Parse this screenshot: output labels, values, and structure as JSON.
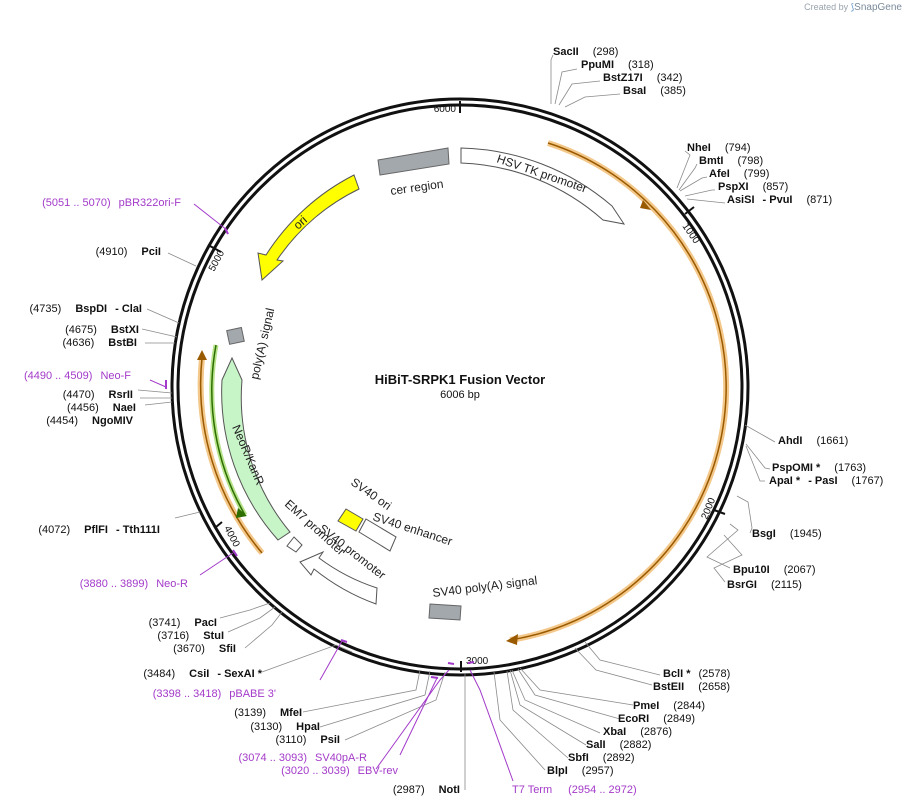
{
  "credit": {
    "prefix": "Created by",
    "brand": "SnapGene"
  },
  "plasmid": {
    "name": "HiBiT-SRPK1 Fusion Vector",
    "length_label": "6006 bp",
    "length": 6006
  },
  "ticks": [
    {
      "bp": 1000,
      "label": "1000"
    },
    {
      "bp": 2000,
      "label": "2000"
    },
    {
      "bp": 3000,
      "label": "3000"
    },
    {
      "bp": 4000,
      "label": "4000"
    },
    {
      "bp": 5000,
      "label": "5000"
    },
    {
      "bp": 6000,
      "label": "6000"
    }
  ],
  "features": [
    {
      "id": "hsv-tk-promoter",
      "label": "HSV TK promoter",
      "type": "promoter",
      "color": "#ffffff"
    },
    {
      "id": "cer-region",
      "label": "cer region",
      "type": "misc",
      "color": "#a3a8ad"
    },
    {
      "id": "ori",
      "label": "ori",
      "type": "rep_origin",
      "color": "#ffff00"
    },
    {
      "id": "polya-signal-1",
      "label": "poly(A) signal",
      "type": "polyA",
      "color": "#a3a8ad"
    },
    {
      "id": "neor-kanr",
      "label": "NeoR/KanR",
      "type": "CDS",
      "color": "#c8f5c8"
    },
    {
      "id": "em7-promoter",
      "label": "EM7 promoter",
      "type": "promoter",
      "color": "#ffffff"
    },
    {
      "id": "sv40-promoter",
      "label": "SV40 promoter",
      "type": "promoter",
      "color": "#ffffff"
    },
    {
      "id": "sv40-ori",
      "label": "SV40 ori",
      "type": "rep_origin",
      "color": "#ffff00"
    },
    {
      "id": "sv40-enhancer",
      "label": "SV40 enhancer",
      "type": "enhancer",
      "color": "#ffffff"
    },
    {
      "id": "sv40-polya-signal",
      "label": "SV40 poly(A) signal",
      "type": "polyA",
      "color": "#a3a8ad"
    }
  ],
  "orfs": {
    "color": "#f0a020"
  },
  "enzymes_right": [
    {
      "name": "SacII",
      "pos": "(298)"
    },
    {
      "name": "PpuMI",
      "pos": "(318)"
    },
    {
      "name": "BstZ17I",
      "pos": "(342)"
    },
    {
      "name": "BsaI",
      "pos": "(385)"
    },
    {
      "name": "NheI",
      "pos": "(794)"
    },
    {
      "name": "BmtI",
      "pos": "(798)"
    },
    {
      "name": "AfeI",
      "pos": "(799)"
    },
    {
      "name": "PspXI",
      "pos": "(857)"
    },
    {
      "name": "AsiSI",
      "extra": "- PvuI",
      "pos": "(871)"
    },
    {
      "name": "AhdI",
      "pos": "(1661)"
    },
    {
      "name": "PspOMI *",
      "pos": "(1763)"
    },
    {
      "name": "ApaI *",
      "extra": "- PasI",
      "pos": "(1767)"
    },
    {
      "name": "BsgI",
      "pos": "(1945)"
    },
    {
      "name": "Bpu10I",
      "pos": "(2067)"
    },
    {
      "name": "BsrGI",
      "pos": "(2115)"
    },
    {
      "name": "BclI *",
      "pos": "(2578)"
    },
    {
      "name": "BstEII",
      "pos": "(2658)"
    },
    {
      "name": "PmeI",
      "pos": "(2844)"
    },
    {
      "name": "EcoRI",
      "pos": "(2849)"
    },
    {
      "name": "XbaI",
      "pos": "(2876)"
    },
    {
      "name": "SalI",
      "pos": "(2882)"
    },
    {
      "name": "SbfI",
      "pos": "(2892)"
    },
    {
      "name": "BlpI",
      "pos": "(2957)"
    }
  ],
  "enzymes_left": [
    {
      "name": "NotI",
      "pos": "(2987)"
    },
    {
      "name": "PsiI",
      "pos": "(3110)"
    },
    {
      "name": "HpaI",
      "pos": "(3130)"
    },
    {
      "name": "MfeI",
      "pos": "(3139)"
    },
    {
      "name": "CsiI",
      "extra": "- SexAI *",
      "pos": "(3484)"
    },
    {
      "name": "SfiI",
      "pos": "(3670)"
    },
    {
      "name": "StuI",
      "pos": "(3716)"
    },
    {
      "name": "PacI",
      "pos": "(3741)"
    },
    {
      "name": "PflFI",
      "extra": "- Tth111I",
      "pos": "(4072)"
    },
    {
      "name": "NgoMIV",
      "pos": "(4454)"
    },
    {
      "name": "NaeI",
      "pos": "(4456)"
    },
    {
      "name": "RsrII",
      "pos": "(4470)"
    },
    {
      "name": "BstBI",
      "pos": "(4636)"
    },
    {
      "name": "BstXI",
      "pos": "(4675)"
    },
    {
      "name": "BspDI",
      "extra": "- ClaI",
      "pos": "(4735)"
    },
    {
      "name": "PciI",
      "pos": "(4910)"
    }
  ],
  "primers": [
    {
      "range": "(5051 .. 5070)",
      "name": "pBR322ori-F"
    },
    {
      "range": "(4490 .. 4509)",
      "name": "Neo-F"
    },
    {
      "range": "(3880 .. 3899)",
      "name": "Neo-R"
    },
    {
      "range": "(3398 .. 3418)",
      "name": "pBABE 3'"
    },
    {
      "range": "(3074 .. 3093)",
      "name": "SV40pA-R"
    },
    {
      "range": "(3020 .. 3039)",
      "name": "EBV-rev"
    },
    {
      "name": "T7 Term",
      "range": "(2954 .. 2972)"
    }
  ]
}
